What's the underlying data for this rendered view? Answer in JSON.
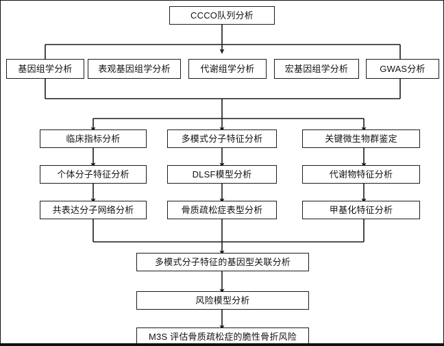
{
  "diagram": {
    "title_node": {
      "label": "CCCO队列分析"
    },
    "omics_row": [
      {
        "label": "基因组学分析"
      },
      {
        "label": "表观基因组学分析"
      },
      {
        "label": "代谢组学分析"
      },
      {
        "label": "宏基因组学分析"
      },
      {
        "label": "GWAS分析"
      }
    ],
    "columns": [
      {
        "name": "clinical-column",
        "nodes": [
          {
            "label": "临床指标分析"
          },
          {
            "label": "个体分子特征分析"
          },
          {
            "label": "共表达分子网络分析"
          }
        ]
      },
      {
        "name": "multimodal-column",
        "nodes": [
          {
            "label": "多模式分子特征分析"
          },
          {
            "label": "DLSF模型分析"
          },
          {
            "label": "骨质疏松症表型分析"
          }
        ]
      },
      {
        "name": "microbiome-column",
        "nodes": [
          {
            "label": "关键微生物群鉴定"
          },
          {
            "label": "代谢物特征分析"
          },
          {
            "label": "甲基化特征分析"
          }
        ]
      }
    ],
    "bottom_chain": [
      {
        "label": "多模式分子特征的基因型关联分析"
      },
      {
        "label": "风险模型分析"
      },
      {
        "label": "M3S 评估骨质疏松症的脆性骨折风险"
      }
    ],
    "colors": {
      "stroke": "#1a1a1a",
      "text": "#111111",
      "background": "#ffffff"
    }
  }
}
